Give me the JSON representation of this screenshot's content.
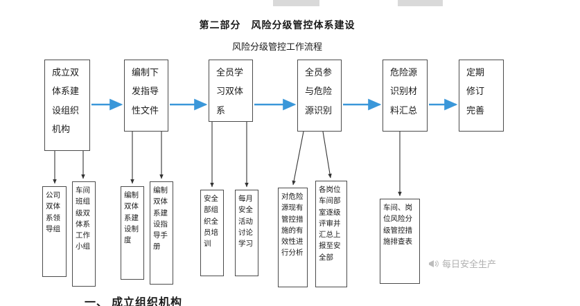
{
  "header": {
    "part_title": "第二部分　风险分级管控体系建设",
    "flow_title": "风险分级管控工作流程"
  },
  "flow": {
    "top": [
      {
        "label": "成立双\n体系建\n设组织\n机构"
      },
      {
        "label": "编制下\n发指导\n性文件"
      },
      {
        "label": "全员学\n习双体\n系"
      },
      {
        "label": "全员参\n与危险\n源识别"
      },
      {
        "label": "危险源\n识别材\n料汇总"
      },
      {
        "label": "定期\n修订\n完善"
      }
    ],
    "children": [
      {
        "label": "公司双体系领导组"
      },
      {
        "label": "车间班组级双体系工作小组"
      },
      {
        "label": "编制双体系建设制度"
      },
      {
        "label": "编制双体系建设指导手册"
      },
      {
        "label": "安全部组织全员培训"
      },
      {
        "label": "每月安全活动讨论学习"
      },
      {
        "label": "对危险源现有管控措施的有效性进行分析"
      },
      {
        "label": "各岗位车间部室逐级评审并汇总上报至安全部"
      },
      {
        "label": "车间、岗位风险分级管控措施排查表"
      }
    ]
  },
  "footer": {
    "section_heading": "一、 成立组织机构",
    "watermark_text": "每日安全生产"
  },
  "colors": {
    "arrow_blue": "#3A97D9",
    "arrow_black": "#333333"
  }
}
